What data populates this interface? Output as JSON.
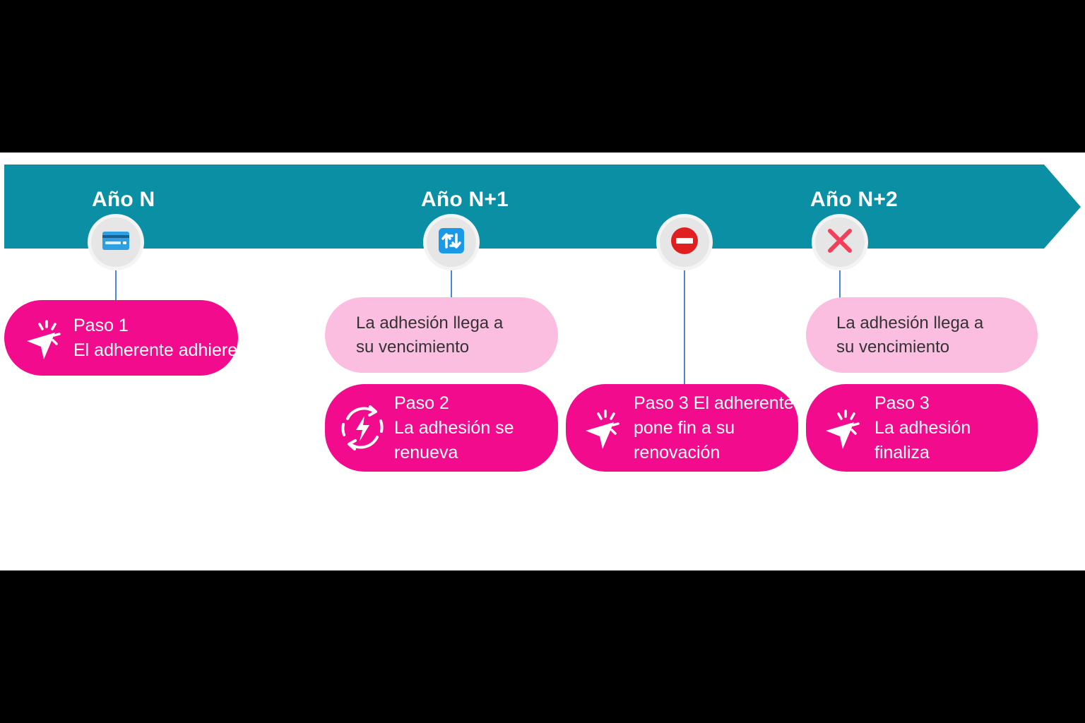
{
  "colors": {
    "banner": "#0a8fa5",
    "step_card": "#f20b8d",
    "status_card": "#fbbde0",
    "connector": "#4a86d8",
    "node_bg": "#e6e6e6"
  },
  "timeline": {
    "years": [
      "Año N",
      "Año N+1",
      "Año N+2"
    ]
  },
  "nodes": [
    {
      "icon": "credit-card-icon"
    },
    {
      "icon": "renew-arrows-icon"
    },
    {
      "icon": "no-entry-icon"
    },
    {
      "icon": "cross-mark-icon"
    }
  ],
  "cards": {
    "step1": {
      "icon": "cursor-click-icon",
      "line1": "Paso 1",
      "line2": "El adherente adhiere"
    },
    "status1": {
      "line1": "La adhesión llega a",
      "line2": "su vencimiento"
    },
    "step2": {
      "icon": "lightning-refresh-icon",
      "line1": "Paso 2",
      "line2": "La adhesión se",
      "line3": "renueva"
    },
    "step3a": {
      "icon": "cursor-click-icon",
      "line1": "Paso 3 El adherente",
      "line2": "pone fin a su",
      "line3": "renovación"
    },
    "status2": {
      "line1": "La adhesión llega a",
      "line2": "su vencimiento"
    },
    "step3b": {
      "icon": "cursor-click-icon",
      "line1": "Paso 3",
      "line2": "La adhesión",
      "line3": "finaliza"
    }
  }
}
